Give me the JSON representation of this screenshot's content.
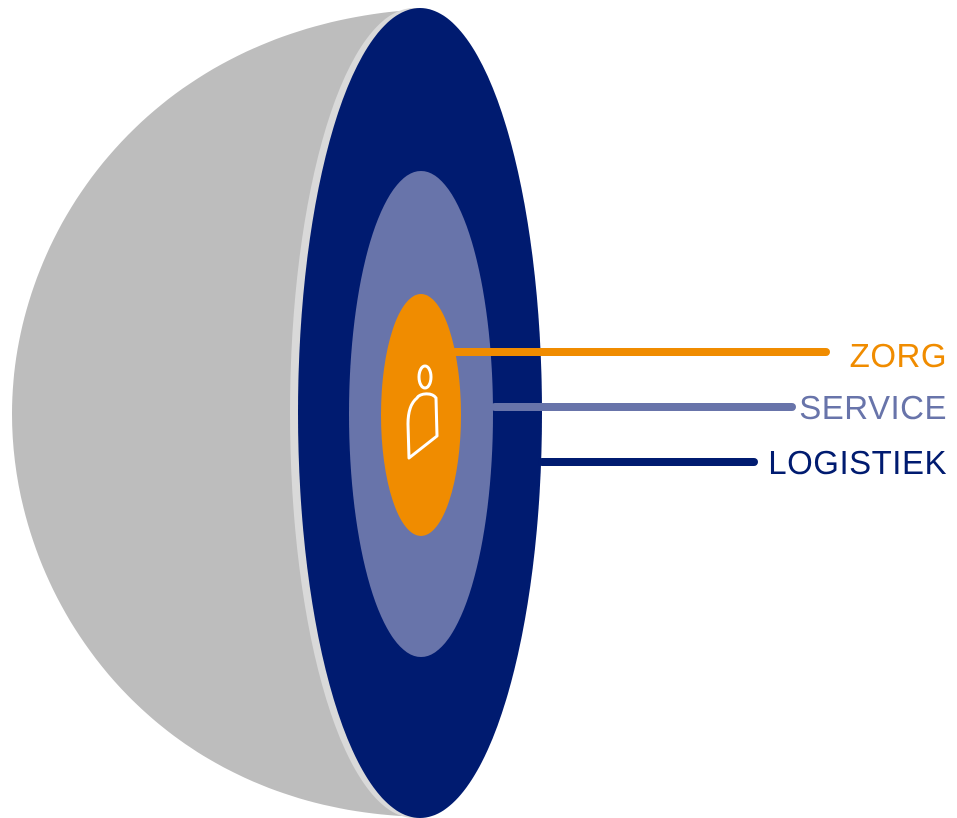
{
  "colors": {
    "sphere_shell": "#bdbdbd",
    "logistiek": "#001b70",
    "service": "#6874aa",
    "zorg": "#f08c00",
    "person_icon": "#ffffff"
  },
  "layers": [
    {
      "key": "zorg",
      "label": "ZORG",
      "color": "#f08c00"
    },
    {
      "key": "service",
      "label": "SERVICE",
      "color": "#6874aa"
    },
    {
      "key": "logistiek",
      "label": "LOGISTIEK",
      "color": "#001b70"
    }
  ],
  "center_icon": "person-icon"
}
